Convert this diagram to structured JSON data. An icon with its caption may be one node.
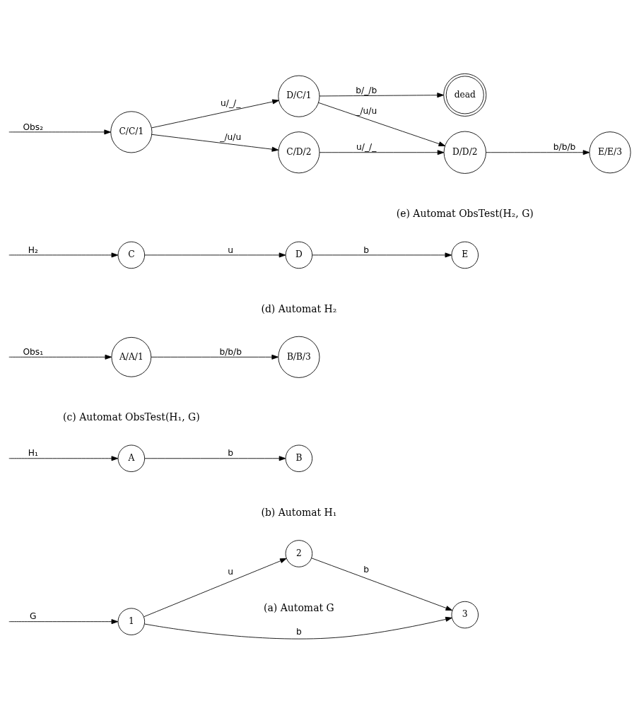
{
  "diagram": {
    "nodes": [
      {
        "text": [
          "1"
        ]
      },
      {
        "text": [
          "2"
        ]
      },
      {
        "text": [
          "3"
        ]
      },
      {
        "text": [
          "A"
        ]
      },
      {
        "text": [
          "B"
        ]
      },
      {
        "text": [
          "A/A/1"
        ]
      },
      {
        "text": [
          "B/B/3"
        ]
      },
      {
        "text": [
          "C"
        ]
      },
      {
        "text": [
          "D"
        ]
      },
      {
        "text": [
          "E"
        ]
      },
      {
        "text": [
          "C/C/1"
        ]
      },
      {
        "text": [
          "D/C/1"
        ]
      },
      {
        "text": [
          "dead"
        ]
      },
      {
        "text": [
          "C/D/2"
        ]
      },
      {
        "text": [
          "D/D/2"
        ]
      },
      {
        "text": [
          "E/E/3"
        ]
      }
    ],
    "edges": [
      {
        "from": null,
        "to": 0,
        "arrow": "to",
        "label": "G"
      },
      {
        "from": 0,
        "to": 1,
        "arrow": "to",
        "label": "u"
      },
      {
        "from": 1,
        "to": 2,
        "arrow": "to",
        "label": "b"
      },
      {
        "from": 0,
        "to": 2,
        "arrow": "to",
        "label": "b"
      },
      {
        "from": null,
        "to": 3,
        "arrow": "to",
        "label": "H₁"
      },
      {
        "from": 3,
        "to": 4,
        "arrow": "to",
        "label": "b"
      },
      {
        "from": null,
        "to": 5,
        "arrow": "to",
        "label": "Obs₁"
      },
      {
        "from": 5,
        "to": 6,
        "arrow": "to",
        "label": "b/b/b"
      },
      {
        "from": null,
        "to": 7,
        "arrow": "to",
        "label": "H₂"
      },
      {
        "from": 7,
        "to": 8,
        "arrow": "to",
        "label": "u"
      },
      {
        "from": 8,
        "to": 9,
        "arrow": "to",
        "label": "b"
      },
      {
        "from": null,
        "to": 10,
        "arrow": "to",
        "label": "Obs₂"
      },
      {
        "from": 10,
        "to": 11,
        "arrow": "to",
        "label": "u/_/_"
      },
      {
        "from": 10,
        "to": 13,
        "arrow": "to",
        "label": "_/u/u"
      },
      {
        "from": 11,
        "to": 12,
        "arrow": "to",
        "label": "b/_/b"
      },
      {
        "from": 11,
        "to": 14,
        "arrow": "to",
        "label": "_/u/u"
      },
      {
        "from": 13,
        "to": 14,
        "arrow": "to",
        "label": "u/_/_"
      },
      {
        "from": 14,
        "to": 15,
        "arrow": "to",
        "label": "b/b/b"
      }
    ],
    "labels": [
      "(a) Automat G",
      "(b) Automat H₁",
      "(c) Automat ObsTest(H₁, G)",
      "(d) Automat H₂",
      "(e) Automat ObsTest(H₂, G)"
    ]
  }
}
